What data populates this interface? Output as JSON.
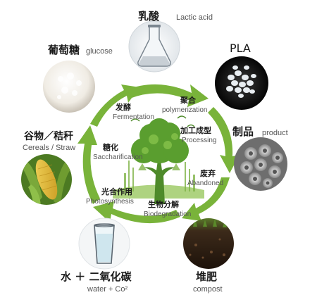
{
  "colors": {
    "arrow_green": "#79b33a",
    "arrow_green_dark": "#5f9a2b",
    "text_dark": "#1a1a1a",
    "text_gray": "#555555"
  },
  "nodes": {
    "lactic_acid": {
      "zh": "乳酸",
      "en": "Lactic acid",
      "icon": "flask-icon"
    },
    "pla": {
      "zh": "PLA",
      "icon": "pellets-icon"
    },
    "product": {
      "zh": "制品",
      "en": "product",
      "icon": "spools-icon"
    },
    "compost": {
      "zh": "堆肥",
      "en": "compost",
      "icon": "soil-icon"
    },
    "water": {
      "zh": "水 ＋ 二氧化碳",
      "en": "water + Co²",
      "icon": "water-glass-icon"
    },
    "cereals": {
      "zh": "谷物／秸秆",
      "en": "Cereals / Straw",
      "icon": "corn-icon"
    },
    "glucose": {
      "zh": "葡萄糖",
      "en": "glucose",
      "icon": "powder-icon"
    }
  },
  "steps": {
    "fermentation": {
      "zh": "发酵",
      "en": "Fermentation"
    },
    "polymerization": {
      "zh": "聚合",
      "en": "polymerization"
    },
    "processing": {
      "zh": "加工成型",
      "en": "Processing"
    },
    "abandoned": {
      "zh": "废弃",
      "en": "Abandoned"
    },
    "biodegradation": {
      "zh": "生物分解",
      "en": "Biodegradation"
    },
    "photosynthesis": {
      "zh": "光合作用",
      "en": "Photosynthesis"
    },
    "saccharification": {
      "zh": "糖化",
      "en": "Saccharification"
    }
  }
}
